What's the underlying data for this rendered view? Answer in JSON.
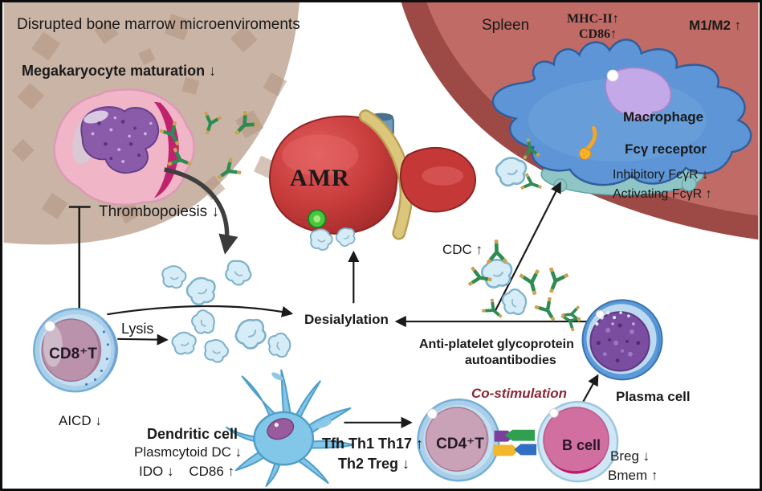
{
  "figure": {
    "type": "scientific-pathway-diagram",
    "topic": "Immune thrombocytopenia pathogenesis: bone marrow, spleen, liver and immune cell mechanisms"
  },
  "labels": {
    "bone_marrow_title": "Disrupted bone marrow microenviroments",
    "megakaryocyte_maturation": "Megakaryocyte maturation ↓",
    "thrombopoiesis": "Thrombopoiesis ↓",
    "amr": "AMR",
    "spleen": "Spleen",
    "mhc2": "MHC-II↑",
    "cd86_spleen": "CD86↑",
    "m1m2": "M1/M2 ↑",
    "macrophage": "Macrophage",
    "fc_receptor": "Fcγ receptor",
    "inhibitory_fcr": "Inhibitory FcγR ↓",
    "activating_fcr": "Activating FcγR ↑",
    "cdc": "CDC ↑",
    "desialylation": "Desialylation",
    "lysis": "Lysis",
    "cd8t": "CD8⁺T",
    "aicd": "AICD ↓",
    "dendritic_cell": "Dendritic cell",
    "plasmacytoid_dc": "Plasmcytoid DC ↓",
    "ido_cd86": "IDO ↓    CD86 ↑",
    "tfh_line": "Tfh Th1 Th17 ↑",
    "th2_line": "Th2 Treg ↓",
    "co_stimulation": "Co-stimulation",
    "cd4t": "CD4⁺T",
    "b_cell": "B cell",
    "breg": "Breg ↓",
    "bmem": "Bmem ↑",
    "anti_platelet_line1": "Anti-platelet glycoprotein",
    "anti_platelet_line2": "autoantibodies",
    "plasma_cell": "Plasma cell"
  },
  "colors": {
    "background": "#ffffff",
    "border": "#0d0d0d",
    "bone_marrow": "#c9b4a5",
    "bone_marrow_texture": "#b2947f",
    "spleen_outer": "#9d4a47",
    "spleen_inner": "#c06b66",
    "macrophage_blue": "#5d95d6",
    "macrophage_nucleus": "#c3a9e8",
    "macrophage_underlay_teal": "#8fc5c5",
    "liver_red": "#c73b3b",
    "liver_band_yellow": "#dcc67c",
    "liver_green_spot": "#45c83d",
    "platelet_blue": "#d6ecf6",
    "antibody_green": "#2e8b52",
    "antibody_tip_tan": "#c9a352",
    "fc_receptor_orange": "#f5a623",
    "megakaryocyte_pink": "#f0b6c8",
    "megakaryocyte_crescent": "#c2216d",
    "nucleus_purple": "#8a5ba8",
    "t_cell_ring_blue": "#aacfe8",
    "t_cell_nucleus_mauve": "#bb92ab",
    "b_cell_pink": "#d06fa0",
    "b_cell_crescent": "#c2186e",
    "plasma_nucleus_purple": "#7b4da0",
    "dendritic_blue": "#82c6e8",
    "costim_text_red": "#8b2635",
    "costim_arrow_purple": "#7b3f9e",
    "costim_arrow_green": "#2ea04f",
    "costim_arrow_yellow": "#f2b72c",
    "costim_arrow_blue": "#2f6fc4",
    "arrow_black": "#1a1a1a"
  }
}
